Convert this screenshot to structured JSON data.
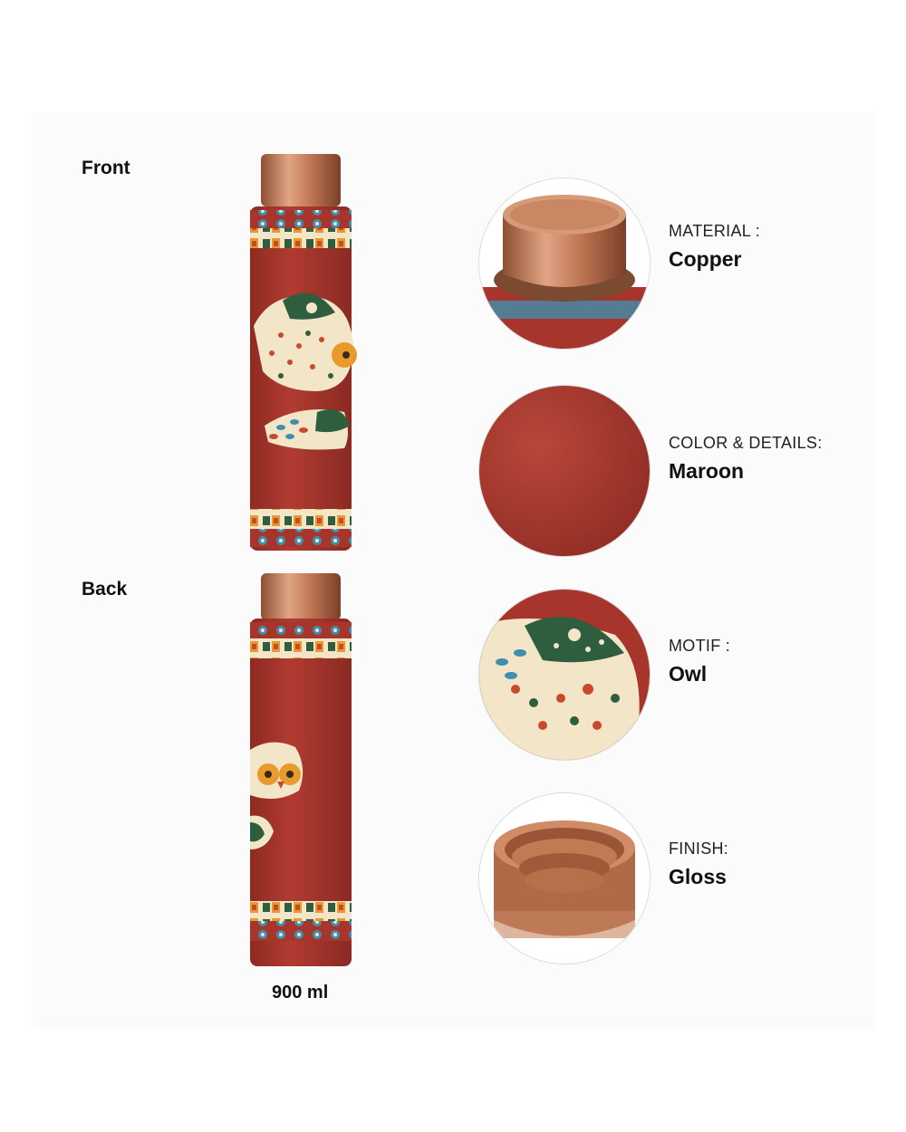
{
  "views": {
    "front_label": "Front",
    "back_label": "Back"
  },
  "capacity": "900 ml",
  "specs": [
    {
      "key": "MATERIAL :",
      "value": "Copper",
      "icon": "copper-cap-closeup"
    },
    {
      "key": "COLOR & DETAILS:",
      "value": "Maroon",
      "icon": "maroon-surface-swatch"
    },
    {
      "key": "MOTIF :",
      "value": "Owl",
      "icon": "owl-motif-closeup"
    },
    {
      "key": "FINISH:",
      "value": "Gloss",
      "icon": "copper-cap-interior"
    }
  ],
  "colors": {
    "maroon": "#a8352b",
    "copper": "#c9805c",
    "cream": "#f3e6c8",
    "accent_green": "#2f5e3f",
    "accent_orange": "#e99a2c",
    "accent_teal": "#3f8fb0"
  }
}
